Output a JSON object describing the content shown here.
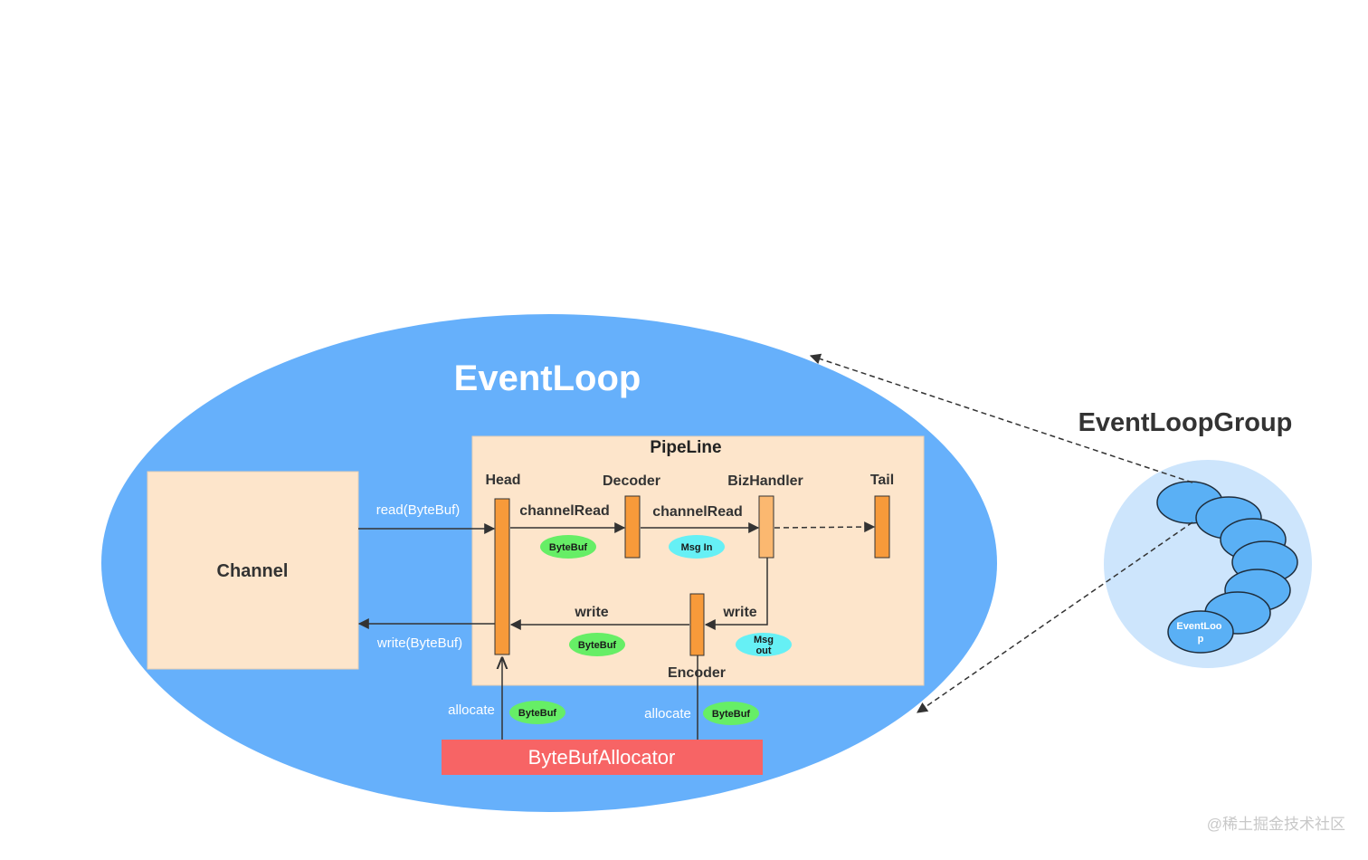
{
  "eventloop": {
    "title": "EventLoop"
  },
  "eventloopgroup": {
    "title": "EventLoopGroup",
    "member_label": "EventLoo p"
  },
  "channel": {
    "label": "Channel"
  },
  "pipeline": {
    "title": "PipeLine",
    "nodes": {
      "head": "Head",
      "decoder": "Decoder",
      "bizhandler": "BizHandler",
      "tail": "Tail",
      "encoder": "Encoder"
    }
  },
  "flows": {
    "read": "read(ByteBuf)",
    "write_out": "write(ByteBuf)",
    "channel_read_1": "channelRead",
    "channel_read_2": "channelRead",
    "write_1": "write",
    "write_2": "write",
    "allocate_1": "allocate",
    "allocate_2": "allocate"
  },
  "pills": {
    "bytebuf_1": "ByteBuf",
    "msg_in": "Msg In",
    "bytebuf_2": "ByteBuf",
    "msg_out_1": "Msg",
    "msg_out_2": "out",
    "bytebuf_3": "ByteBuf",
    "bytebuf_4": "ByteBuf"
  },
  "allocator": {
    "label": "ByteBufAllocator"
  },
  "watermark": "@稀土掘金技术社区",
  "colors": {
    "eventloop_fill": "#66b0fb",
    "box_fill": "#fde5cb",
    "handler_bar": "#f79a3a",
    "handler_bar_light": "#fbb870",
    "pill_green": "#66ee66",
    "pill_cyan": "#66f0f5",
    "allocator_fill": "#f76465",
    "group_circle": "#cde5fc",
    "loop_fill": "#5ab0f5"
  }
}
